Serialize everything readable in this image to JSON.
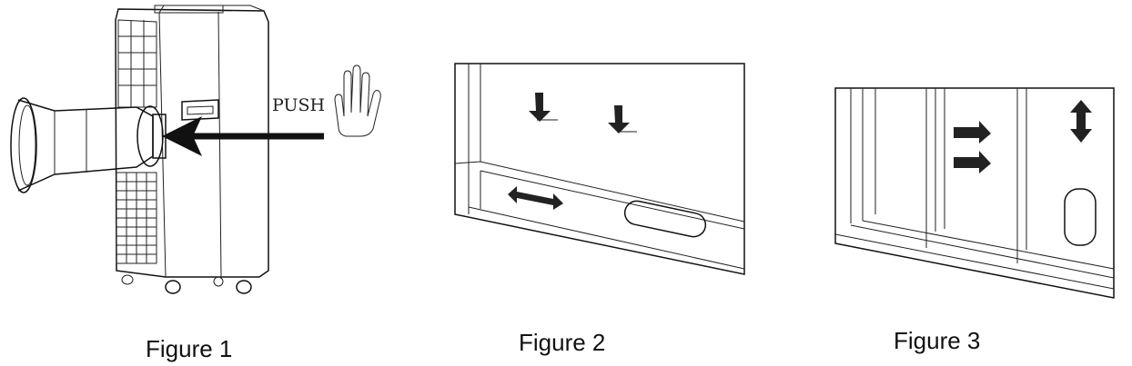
{
  "figures": [
    {
      "caption": "Figure 1",
      "push_label": "PUSH"
    },
    {
      "caption": "Figure 2"
    },
    {
      "caption": "Figure 3"
    }
  ],
  "colors": {
    "line": "#111111",
    "background": "#ffffff",
    "arrow_fill": "#222222"
  },
  "icons": [
    "hand-icon",
    "push-arrow-icon",
    "down-arrow-icon",
    "double-arrow-icon",
    "right-arrow-icon",
    "vertical-double-arrow-icon"
  ]
}
